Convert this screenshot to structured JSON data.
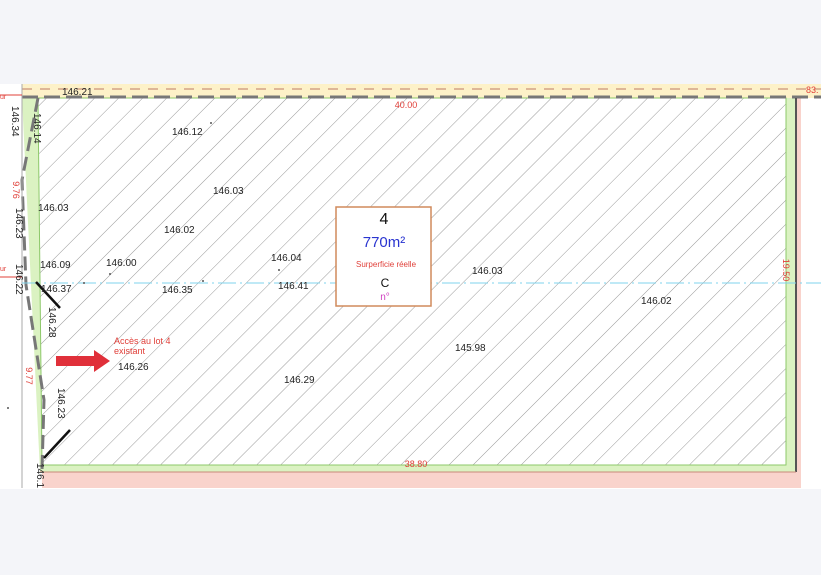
{
  "lot": {
    "number": "4",
    "area": "770m²",
    "area_type": "Surperficie réelle",
    "zone": "C",
    "num_label": "n°"
  },
  "access": {
    "line1": "Accès au lot 4",
    "line2": "existant"
  },
  "dimensions": {
    "top": "40.00",
    "bottom": "38.80",
    "right": "19.50",
    "left_upper": "9.76",
    "left_lower": "9.77",
    "top_right_edge": "83."
  },
  "edge_fragments": {
    "left_top": "ur",
    "left_mid": "ur"
  },
  "elevations": [
    "146.21",
    "146.34",
    "146.14",
    "146.12",
    "146.03",
    "146.03",
    "146.23",
    "146.02",
    "146.09",
    "146.00",
    "146.04",
    "146.22",
    "146.37",
    "146.35",
    "146.41",
    "146.03",
    "146.02",
    "146.28",
    "146.26",
    "145.98",
    "146.29",
    "146.23",
    "146.1"
  ],
  "colors": {
    "background": "#f4f5f9",
    "paper": "#ffffff",
    "hatch": "#9a9a9a",
    "boundary": "#555555",
    "lot_border": "#d08a5c",
    "green_band": "#dbf2c2",
    "pink_band": "#f9d3cc",
    "red_text": "#e0403a",
    "blue_text": "#2a35d0",
    "magenta_text": "#d040c0",
    "cyan_line": "#7fd3ec",
    "arrow": "#e0303a",
    "top_band": "#fdf1c8"
  }
}
